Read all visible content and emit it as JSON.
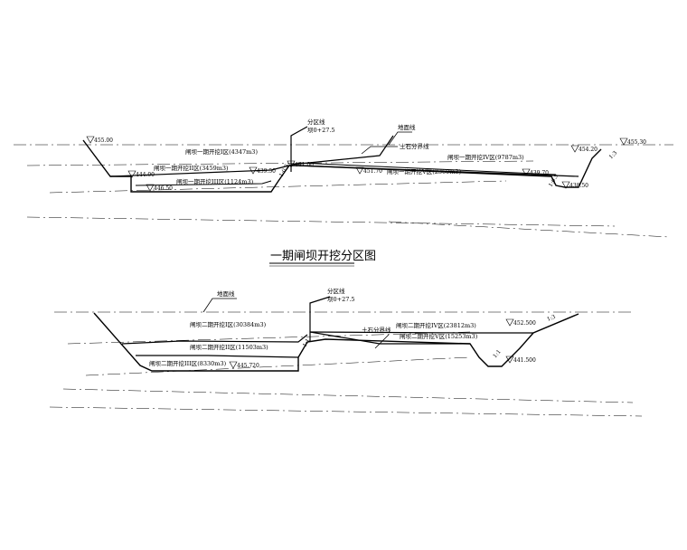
{
  "diagram_title": "一期闸坝开挖分区图",
  "section1": {
    "zone_1": "闸坝一期开挖I区(4347m3)",
    "zone_2": "闸坝一期开挖II区(3459m3)",
    "zone_3": "闸坝一期开挖III区(1124m3)",
    "zone_4": "闸坝一期开挖IV区(9787m3)",
    "zone_5": "闸坝一期开挖V区(2360m3)",
    "partition_line": "分区线",
    "partition_chainage": "坝0+27.5",
    "ground_line": "地面线",
    "cofferdam_line": "土石分界线",
    "elevations": {
      "e1": "455.00",
      "e2": "444.00",
      "e3": "446.50",
      "e4": "439.50",
      "e5": "441.00",
      "e6": "451.70",
      "e7": "439.70",
      "e8": "454.20",
      "e9": "455.30",
      "e10": "438.50"
    },
    "slopes": {
      "s1": "1:0.5",
      "s2": "1:0.5",
      "s3": "1:3"
    }
  },
  "section2": {
    "zone_1": "闸坝二期开挖I区(30384m3)",
    "zone_2": "闸坝二期开挖II区(11503m3)",
    "zone_3": "闸坝二期开挖III区(8330m3)",
    "zone_4": "闸坝二期开挖IV区(23812m3)",
    "zone_5": "闸坝二期开挖V区(15253m3)",
    "ground_line": "地面线",
    "partition_line": "分区线",
    "partition_chainage": "坝0+27.5",
    "cofferdam_line": "土石分界线",
    "elevations": {
      "e1": "445.720",
      "e2": "452.500",
      "e3": "441.500"
    },
    "slopes": {
      "s1": "1:1",
      "s2": "1:1",
      "s3": "1:3"
    }
  }
}
